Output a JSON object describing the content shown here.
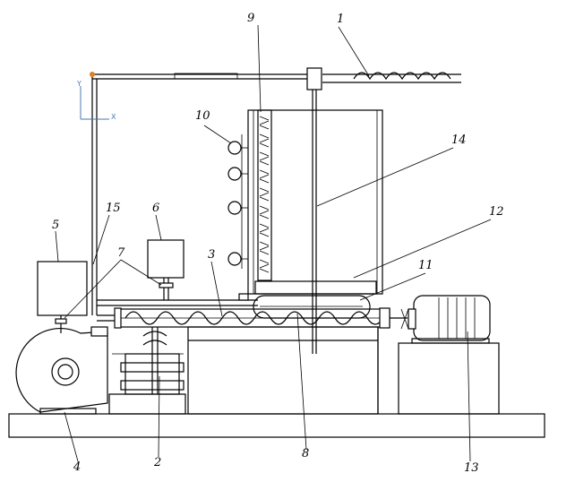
{
  "labels": {
    "l1": "1",
    "l2": "2",
    "l3": "3",
    "l4": "4",
    "l5": "5",
    "l6": "6",
    "l7": "7",
    "l8": "8",
    "l9": "9",
    "l10": "10",
    "l11": "11",
    "l12": "12",
    "l13": "13",
    "l14": "14",
    "l15": "15"
  },
  "axes": {
    "y": "Y",
    "x": "X"
  },
  "colors": {
    "line": "#000000",
    "axis": "#4a7ab0",
    "origin": "#d9822b"
  }
}
